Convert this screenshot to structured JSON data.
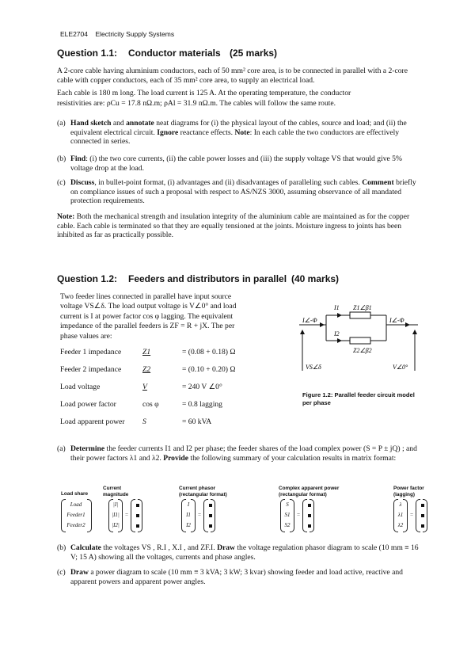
{
  "header": {
    "course": "ELE2704",
    "subject": "Electricity Supply Systems"
  },
  "q1": {
    "number": "Question 1.1:",
    "title": "Conductor materials",
    "marks": "(25 marks)",
    "p1": "A 2-core cable having aluminium conductors, each of 50 mm² core area, is to be connected in parallel with a 2-core cable with copper conductors, each of 35 mm² core area, to supply an electrical load.",
    "p2a": "Each cable is 180 m long. The load current is 125 A. At the operating temperature, the conductor",
    "p2b": "resistivities are: ρCu = 17.8 nΩ.m; ρAl = 31.9 nΩ.m. The cables will follow the same route.",
    "a_label": "(a)",
    "a_b1": "Hand sketch",
    "a_t1": " and ",
    "a_b2": "annotate",
    "a_t2": " neat diagrams for (i) the physical layout of the cables, source and load; and (ii) the equivalent electrical circuit. ",
    "a_b3": "Ignore",
    "a_t3": " reactance effects. ",
    "a_b4": "Note",
    "a_t4": ": In each cable the two conductors are effectively connected in series.",
    "b_label": "(b)",
    "b_b1": "Find",
    "b_t1": ": (i) the two core currents, (ii) the cable power losses and (iii) the supply voltage VS that would give 5% voltage drop at the load.",
    "c_label": "(c)",
    "c_b1": "Discuss",
    "c_t1": ", in bullet-point format, (i) advantages and (ii) disadvantages of paralleling such cables. ",
    "c_b2": "Comment",
    "c_t2": " briefly on compliance issues of such a proposal with respect to AS/NZS 3000, assuming observance of all mandated protection requirements.",
    "note_label": "Note:",
    "note_text": " Both the mechanical strength and insulation integrity of the aluminium cable are maintained as for the copper cable. Each cable is terminated so that they are equally tensioned at the joints. Moisture ingress to joints has been inhibited as far as practically possible."
  },
  "q2": {
    "number": "Question 1.2:",
    "title": "Feeders and distributors in parallel",
    "marks": "(40 marks)",
    "intro1": "Two feeder lines connected in parallel have input source",
    "intro2": "voltage VS∠δ. The load output voltage is V∠0° and load",
    "intro3": "current is I at power factor cos φ lagging. The equivalent",
    "intro4": "impedance of the parallel feeders is ZF = R + jX. The per",
    "intro5": "phase values are:",
    "params": [
      {
        "name": "Feeder 1 impedance",
        "sym": "Z1",
        "value": "= (0.08 + 0.18) Ω"
      },
      {
        "name": "Feeder 2 impedance",
        "sym": "Z2",
        "value": "= (0.10 + 0.20) Ω"
      },
      {
        "name": "Load voltage",
        "sym": "V",
        "value": "= 240 V ∠0°"
      },
      {
        "name": "Load power factor",
        "sym": "cos φ",
        "value": "= 0.8 lagging"
      },
      {
        "name": "Load apparent power",
        "sym": "S",
        "value": "= 60 kVA"
      }
    ],
    "figure": {
      "caption1": "Figure 1.2:   Parallel feeder circuit model",
      "caption2": "per phase",
      "left_current": "I∠-Φ",
      "right_current": "I∠-Φ",
      "i1": "I1",
      "i2": "I2",
      "z1": "Z1∠β1",
      "z2": "Z2∠β2",
      "vs": "VS∠δ",
      "v": "V∠0°"
    },
    "a_label": "(a)",
    "a_b1": "Determine",
    "a_t1": " the feeder currents I1 and I2 per phase; the feeder shares of the load complex power (S = P ± jQ) ; and their power factors λ1 and λ2. ",
    "a_b2": "Provide",
    "a_t2": " the following summary of your calculation results in matrix format:",
    "matrix": {
      "h_share": "Load share",
      "h_current1": "Current",
      "h_current2": "magnitude",
      "h_phasor1": "Current phasor",
      "h_phasor2": "(rectangular format)",
      "h_complex1": "Complex apparent power",
      "h_complex2": "(rectangular format)",
      "h_pf1": "Power factor",
      "h_pf2": "(lagging)",
      "rows": [
        "Load",
        "Feeder1",
        "Feeder2"
      ],
      "mag": [
        "|I|",
        "|I1|",
        "|I2|"
      ],
      "phasor": [
        "I",
        "I1",
        "I2"
      ],
      "complex": [
        "S",
        "S1",
        "S2"
      ],
      "pf": [
        "λ",
        "λ1",
        "λ2"
      ],
      "eq": "="
    },
    "b_label": "(b)",
    "b_b1": "Calculate",
    "b_t1": " the voltages VS , R.I , X.I , and ZF.I. ",
    "b_b2": "Draw",
    "b_t2": " the voltage regulation phasor diagram to scale (10 mm ≡ 16 V; 15 A) showing all the voltages, currents and phase angles.",
    "c_label": "(c)",
    "c_b1": "Draw",
    "c_t1": " a power diagram to scale (10 mm ≡ 3 kVA; 3 kW; 3 kvar) showing feeder and load active, reactive and apparent powers and apparent power angles."
  }
}
